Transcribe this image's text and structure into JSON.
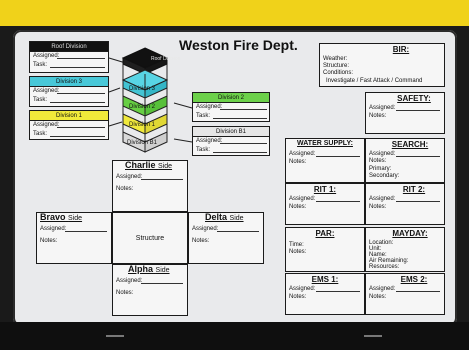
{
  "title": "Weston Fire Dept.",
  "board_labels": {
    "assigned": "Assigned:",
    "task": "Task:",
    "notes": "Notes:",
    "time": "Time:"
  },
  "divisions": {
    "roof": "Roof Division",
    "div3": "Division 3",
    "div1": "Division 1",
    "div2": "Division 2",
    "divb1": "Division B1"
  },
  "stack": {
    "roof": "Roof Division",
    "div3": "Division 3",
    "div2": "Division 2",
    "div1": "Division 1",
    "divb1": "Division B1"
  },
  "sides": {
    "charlie": "Charlie",
    "bravo": "Bravo",
    "delta": "Delta",
    "alpha": "Alpha",
    "side_word": "Side",
    "structure": "Structure"
  },
  "bir": {
    "title": "BIR:",
    "weather": "Weather:",
    "structure": "Structure:",
    "conditions": "Conditions:",
    "mode": "Investigate / Fast Attack / Command"
  },
  "right_panels": {
    "safety": "SAFETY:",
    "water": "WATER SUPPLY:",
    "search": "SEARCH:",
    "primary": "Primary:",
    "secondary": "Secondary:",
    "rit1": "RIT 1:",
    "rit2": "RIT 2:",
    "par": "PAR:",
    "mayday": "MAYDAY:",
    "location": "Location:",
    "unit": "Unit:",
    "name": "Name:",
    "air": "Air Remaining:",
    "resources": "Resources:",
    "ems1": "EMS 1:",
    "ems2": "EMS 2:"
  },
  "colors": {
    "roof": "#111111",
    "div3": "#48c8d8",
    "div2": "#6cd14a",
    "div1": "#f1ea3a",
    "divb1": "#d9d9d9",
    "frame": "#1a1a1a",
    "banner": "#f0d21a"
  }
}
